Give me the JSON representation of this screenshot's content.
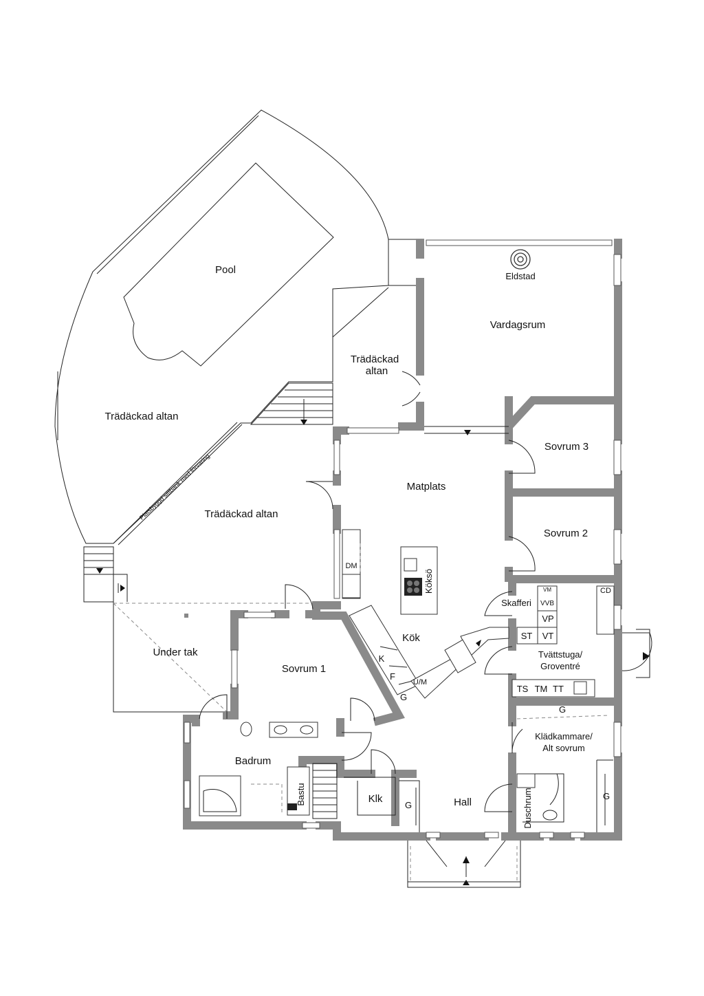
{
  "rooms": {
    "pool": "Pool",
    "deck_large": "Trädäckad altan",
    "deck_center": "Trädäckad altan",
    "deck_small_1": "Trädäckad",
    "deck_small_2": "altan",
    "bench": "Platsbyggd sittbank med förvaring",
    "living": "Vardagsrum",
    "fireplace": "Eldstad",
    "dining": "Matplats",
    "bedroom3": "Sovrum 3",
    "bedroom2": "Sovrum 2",
    "bedroom1": "Sovrum 1",
    "island": "Köksö",
    "kitchen": "Kök",
    "covered": "Under tak",
    "bathroom": "Badrum",
    "sauna": "Bastu",
    "cloak": "Klk",
    "hall": "Hall",
    "shower": "Duschrum",
    "pantry": "Skafferi",
    "laundry_1": "Tvättstuga/",
    "laundry_2": "Groventré",
    "closet_1": "Klädkammare/",
    "closet_2": "Alt sovrum"
  },
  "fixtures": {
    "dm": "DM",
    "k": "K",
    "f": "F",
    "g": "G",
    "um": "U/M",
    "vm": "VM",
    "vvb": "VVB",
    "vp": "VP",
    "vt": "VT",
    "st": "ST",
    "cd": "CD",
    "ts": "TS",
    "tm": "TM",
    "tt": "TT"
  }
}
